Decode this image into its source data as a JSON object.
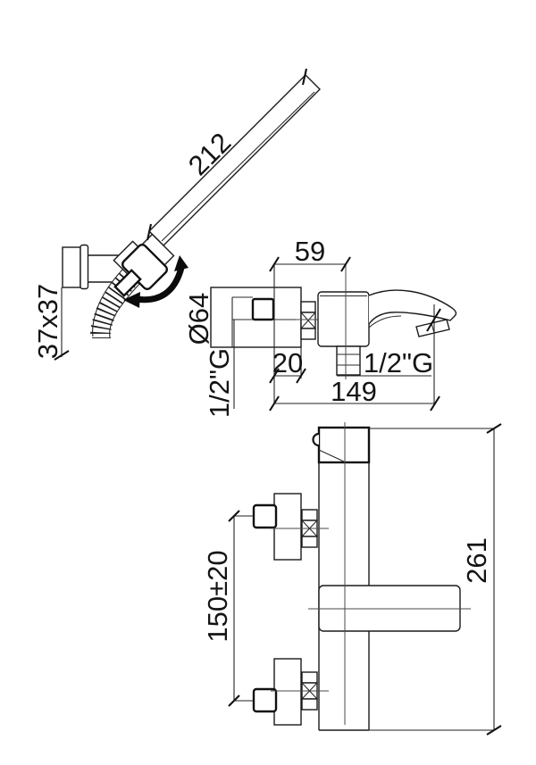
{
  "drawing": {
    "type": "technical-dimension-drawing",
    "subject": "wall-mounted bath-shower mixer with handshower kit",
    "ink_color": "#1a1a1a",
    "background_color": "#ffffff",
    "handshower_view": {
      "wand_length_label": "212",
      "bracket_size_label": "37x37"
    },
    "side_view": {
      "wall_to_center_label": "59",
      "plate_diameter_label": "Ø64",
      "inlet_thread_label": "1/2\"G",
      "rear_depth_label": "20",
      "outlet_thread_label": "1/2\"G",
      "overall_depth_label": "149"
    },
    "front_view": {
      "inlet_spacing_label": "150±20",
      "overall_height_label": "261"
    }
  }
}
